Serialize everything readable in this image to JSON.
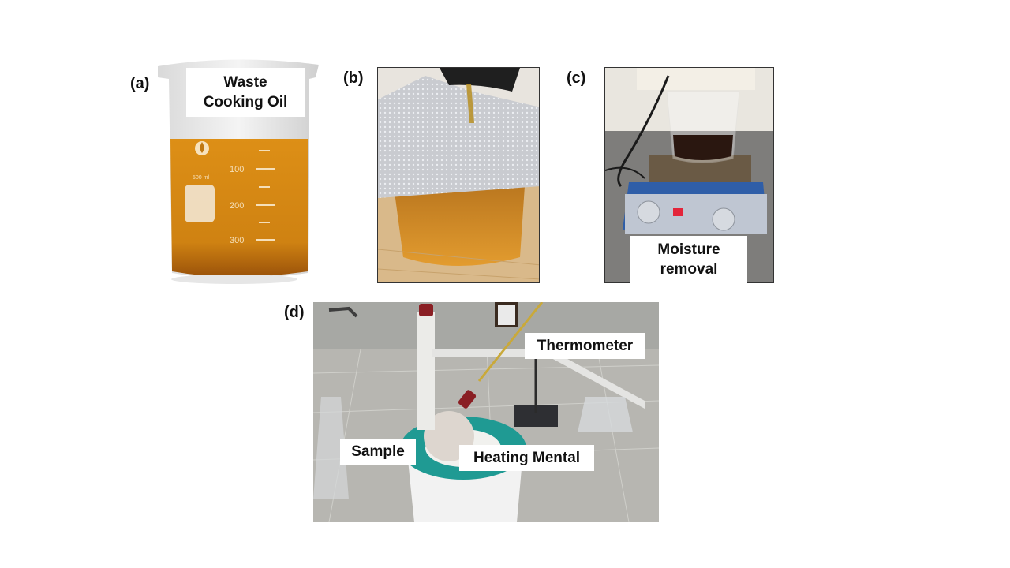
{
  "figure": {
    "panels": [
      {
        "id": "a",
        "label": "(a)",
        "callout": [
          "Waste",
          "Cooking Oil"
        ],
        "beaker": {
          "capacity_text": "500 ml",
          "graduations": [
            "100",
            "200",
            "300"
          ]
        }
      },
      {
        "id": "b",
        "label": "(b)"
      },
      {
        "id": "c",
        "label": "(c)",
        "callout": [
          "Moisture",
          "removal"
        ]
      },
      {
        "id": "d",
        "label": "(d)",
        "callouts": {
          "thermometer": "Thermometer",
          "sample": "Sample",
          "heating": "Heating Mental"
        }
      }
    ],
    "colors": {
      "oil": "#d98a14",
      "oil_dark": "#a85c0b",
      "filtered_oil": "#d08a1c",
      "hotplate_blue": "#2c5aa8",
      "mantle_teal": "#1f9a93",
      "stopper_red": "#8a1f24"
    }
  }
}
